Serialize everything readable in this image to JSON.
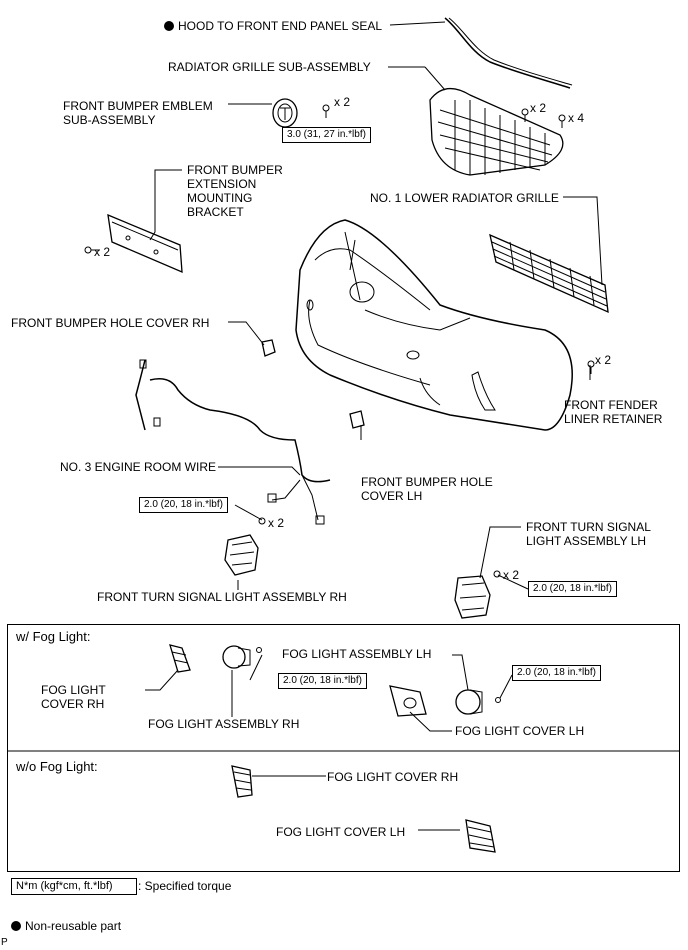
{
  "labels": {
    "hood_seal": "HOOD TO FRONT END PANEL SEAL",
    "radiator_grille": "RADIATOR GRILLE SUB-ASSEMBLY",
    "bumper_emblem_1": "FRONT BUMPER EMBLEM",
    "bumper_emblem_2": "SUB-ASSEMBLY",
    "ext_bracket_1": "FRONT BUMPER",
    "ext_bracket_2": "EXTENSION",
    "ext_bracket_3": "MOUNTING",
    "ext_bracket_4": "BRACKET",
    "lower_grille": "NO. 1 LOWER RADIATOR GRILLE",
    "hole_cover_rh": "FRONT BUMPER HOLE COVER RH",
    "fender_retainer_1": "FRONT FENDER",
    "fender_retainer_2": "LINER RETAINER",
    "engine_wire": "NO. 3 ENGINE ROOM WIRE",
    "hole_cover_lh_1": "FRONT BUMPER HOLE",
    "hole_cover_lh_2": "COVER LH",
    "turn_lh_1": "FRONT TURN SIGNAL",
    "turn_lh_2": "LIGHT ASSEMBLY LH",
    "turn_rh": "FRONT TURN SIGNAL LIGHT ASSEMBLY RH",
    "with_fog": "w/ Fog Light:",
    "fog_assy_lh": "FOG LIGHT ASSEMBLY LH",
    "fog_cover_rh_1": "FOG LIGHT",
    "fog_cover_rh_2": "COVER RH",
    "fog_assy_rh": "FOG LIGHT ASSEMBLY RH",
    "fog_cover_lh": "FOG LIGHT COVER LH",
    "without_fog": "w/o Fog Light:",
    "wo_fog_cover_rh": "FOG LIGHT COVER RH",
    "wo_fog_cover_lh": "FOG LIGHT COVER LH",
    "legend_torque_desc": ": Specified torque",
    "legend_nonreusable": "Non-reusable part",
    "corner_mark": "P"
  },
  "quantities": {
    "emblem_bolt": "x 2",
    "grille_left": "x 2",
    "grille_right": "x 4",
    "bracket": "x 2",
    "retainer": "x 2",
    "wire_bolt": "x 2",
    "turn_lh_bolt": "x 2"
  },
  "torque": {
    "emblem": "3.0 (31, 27 in.*lbf)",
    "wire": "2.0 (20, 18 in.*lbf)",
    "turn_lh": "2.0 (20, 18 in.*lbf)",
    "fog_rh": "2.0 (20, 18 in.*lbf)",
    "fog_lh": "2.0 (20, 18 in.*lbf)",
    "legend_box": "N*m (kgf*cm, ft.*lbf)"
  }
}
